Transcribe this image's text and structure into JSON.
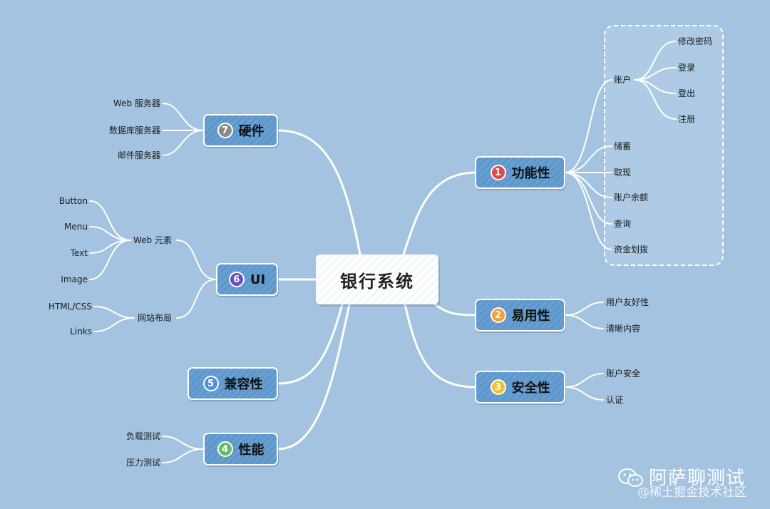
{
  "center": {
    "label": "银行系统"
  },
  "topics": [
    {
      "number": "1",
      "label": "功能性",
      "badge_color": "#e04a4a"
    },
    {
      "number": "2",
      "label": "易用性",
      "badge_color": "#f0a040"
    },
    {
      "number": "3",
      "label": "安全性",
      "badge_color": "#f2c22e"
    },
    {
      "number": "4",
      "label": "性能",
      "badge_color": "#5fbf60"
    },
    {
      "number": "5",
      "label": "兼容性",
      "badge_color": "#4f8de0"
    },
    {
      "number": "6",
      "label": "UI",
      "badge_color": "#6a4fc0"
    },
    {
      "number": "7",
      "label": "硬件",
      "badge_color": "#8a8a8a"
    }
  ],
  "functionality": {
    "account": {
      "label": "账户",
      "children": [
        "修改密码",
        "登录",
        "登出",
        "注册"
      ]
    },
    "items": [
      "储蓄",
      "取现",
      "账户余额",
      "查询",
      "资金划拨"
    ]
  },
  "usability": {
    "items": [
      "用户友好性",
      "清晰内容"
    ]
  },
  "security": {
    "items": [
      "账户安全",
      "认证"
    ]
  },
  "performance": {
    "items": [
      "负载测试",
      "压力测试"
    ]
  },
  "ui": {
    "web_elements": {
      "label": "Web 元素",
      "children": [
        "Button",
        "Menu",
        "Text",
        "Image"
      ]
    },
    "site_layout": {
      "label": "网站布局",
      "children": [
        "HTML/CSS",
        "Links"
      ]
    }
  },
  "hardware": {
    "items": [
      "Web 服务器",
      "数据库服务器",
      "邮件服务器"
    ]
  },
  "watermark": {
    "title": "阿萨聊测试",
    "subtitle": "@稀土掘金技术社区"
  }
}
